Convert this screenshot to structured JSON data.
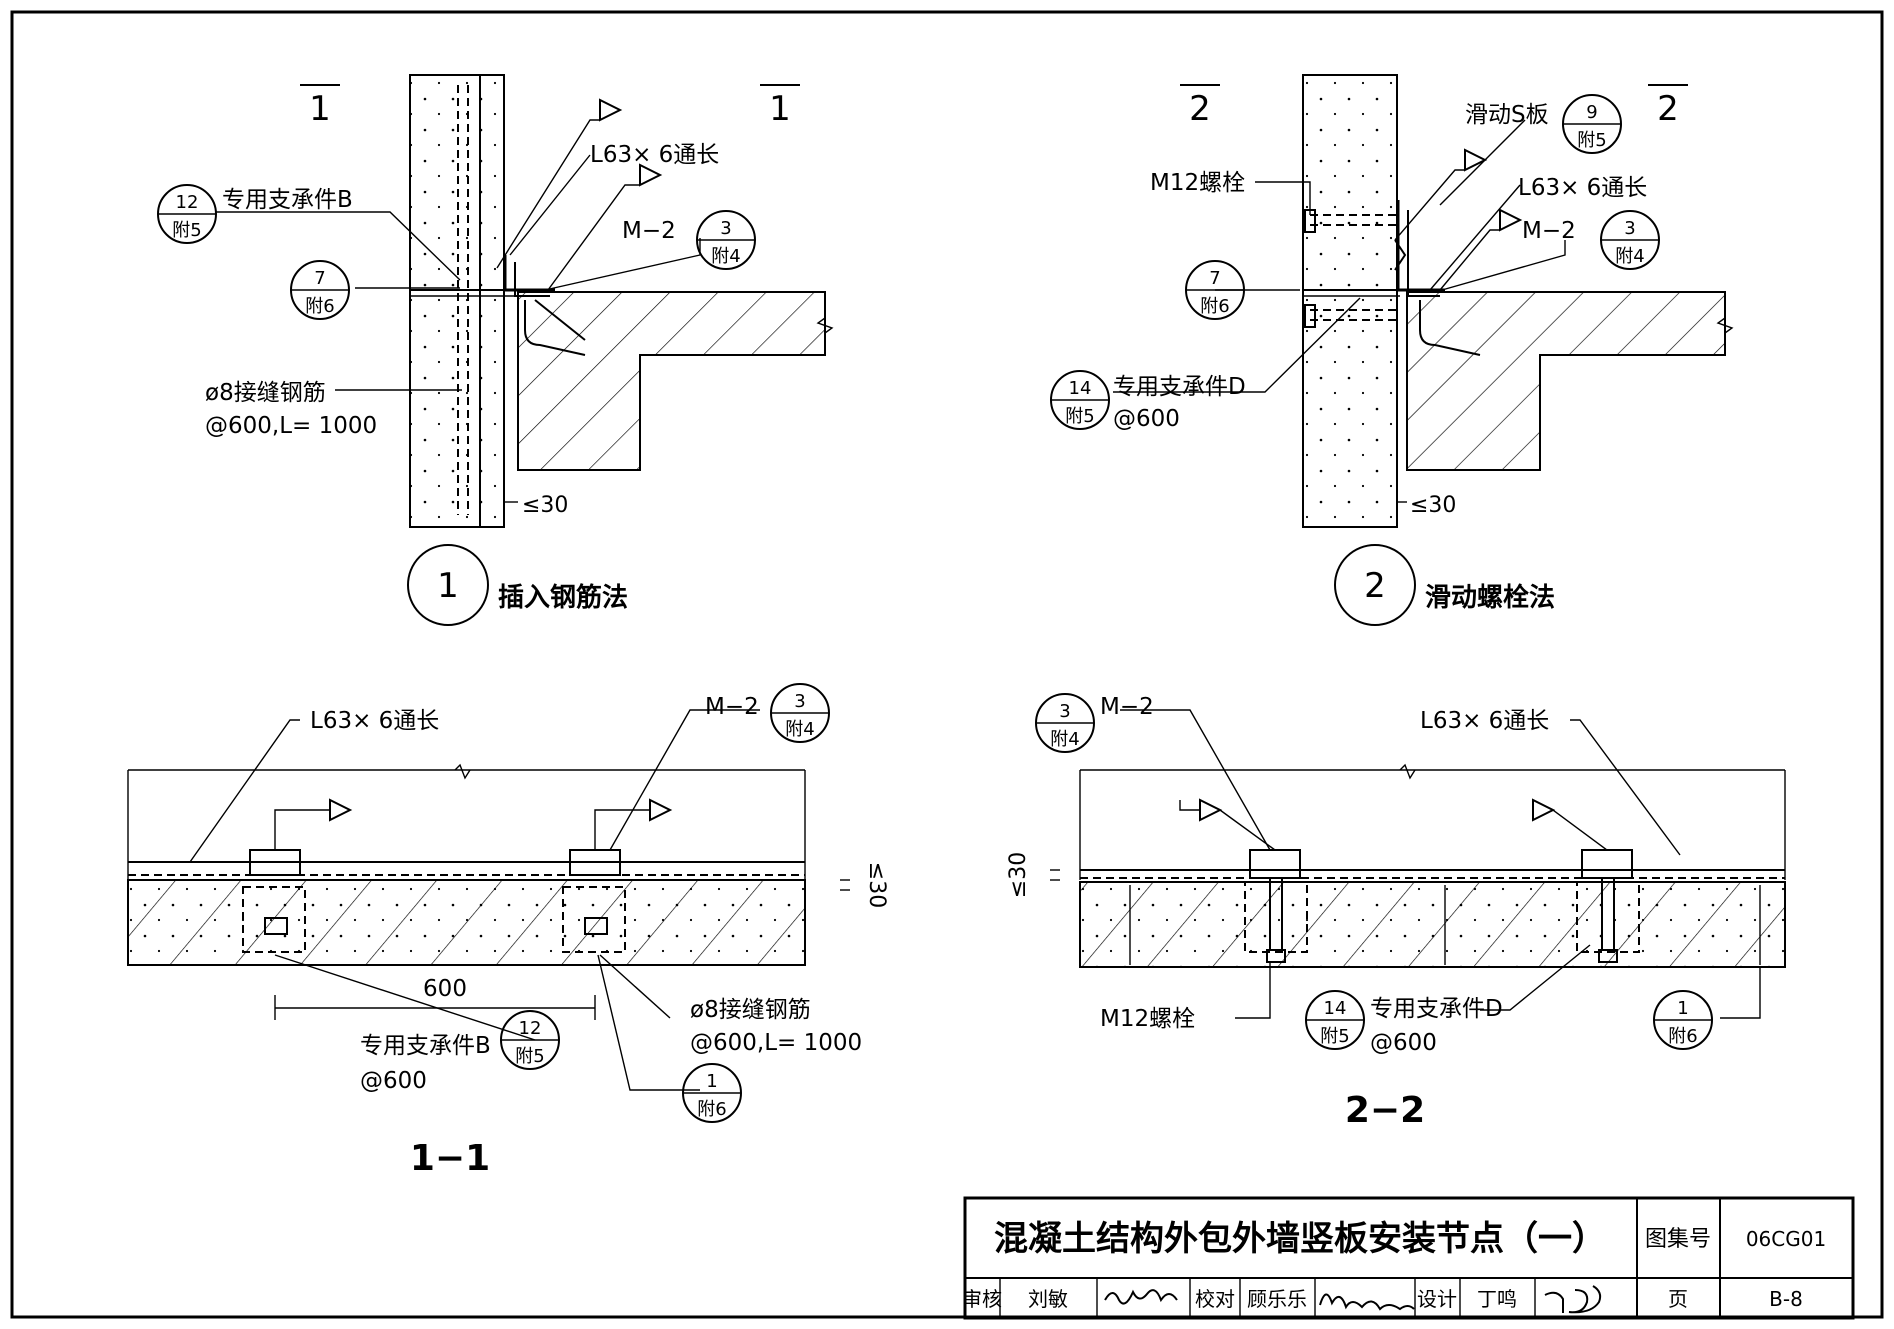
{
  "d1": {
    "cut_mark_left": "1",
    "cut_mark_right": "1",
    "angle_label": "L63× 6通长",
    "m2_label": "M−2",
    "m2_ref_top": "3",
    "m2_ref_bot": "附4",
    "supportB_ref_top": "12",
    "supportB_ref_bot": "附5",
    "supportB_label": "专用支承件B",
    "ref7_top": "7",
    "ref7_bot": "附6",
    "rebar_label": "ø8接缝钢筋",
    "rebar_spacing": "@600,L= 1000",
    "gap": "≤30",
    "title_num": "1",
    "title": "插入钢筋法"
  },
  "d2": {
    "cut_mark_left": "2",
    "cut_mark_right": "2",
    "s_plate_label": "滑动S板",
    "s_plate_ref_top": "9",
    "s_plate_ref_bot": "附5",
    "bolt_label": "M12螺栓",
    "angle_label": "L63× 6通长",
    "m2_label": "M−2",
    "m2_ref_top": "3",
    "m2_ref_bot": "附4",
    "ref7_top": "7",
    "ref7_bot": "附6",
    "supportD_ref_top": "14",
    "supportD_ref_bot": "附5",
    "supportD_label": "专用支承件D",
    "supportD_spacing": "@600",
    "gap": "≤30",
    "title_num": "2",
    "title": "滑动螺栓法"
  },
  "s11": {
    "angle_label": "L63× 6通长",
    "m2_label": "M−2",
    "m2_ref_top": "3",
    "m2_ref_bot": "附4",
    "gap": "≤30",
    "dim": "600",
    "supportB_label": "专用支承件B",
    "supportB_spacing": "@600",
    "supportB_ref_top": "12",
    "supportB_ref_bot": "附5",
    "rebar_label": "ø8接缝钢筋",
    "rebar_spacing": "@600,L= 1000",
    "ref1_top": "1",
    "ref1_bot": "附6",
    "title": "1−1"
  },
  "s22": {
    "m2_label": "M−2",
    "m2_ref_top": "3",
    "m2_ref_bot": "附4",
    "angle_label": "L63× 6通长",
    "gap": "≤30",
    "bolt_label": "M12螺栓",
    "supportD_ref_top": "14",
    "supportD_ref_bot": "附5",
    "supportD_label": "专用支承件D",
    "supportD_spacing": "@600",
    "ref1_top": "1",
    "ref1_bot": "附6",
    "title": "2−2"
  },
  "title_block": {
    "drawing_title": "混凝土结构外包外墙竖板安装节点（一）",
    "atlas_no_label": "图集号",
    "atlas_no": "06CG01",
    "review_label": "审核",
    "reviewer": "刘敏",
    "check_label": "校对",
    "checker": "顾乐乐",
    "design_label": "设计",
    "designer": "丁鸣",
    "page_label": "页",
    "page": "B-8"
  }
}
